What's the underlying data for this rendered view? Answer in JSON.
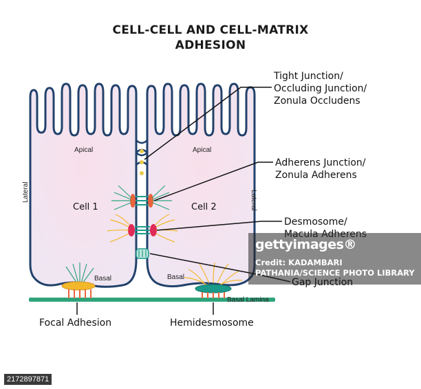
{
  "title_line1": "CELL-CELL AND CELL-MATRIX",
  "title_line2": "ADHESION",
  "callouts": {
    "tight": [
      "Tight Junction/",
      "Occluding Junction/",
      "Zonula Occludens"
    ],
    "adherens": [
      "Adherens Junction/",
      "Zonula Adherens"
    ],
    "desmosome": [
      "Desmosome/",
      "Macula Adherens"
    ],
    "gap": "Gap Junction",
    "focal": "Focal Adhesion",
    "hemi": "Hemidesmosome"
  },
  "cell_labels": {
    "cell1": "Cell 1",
    "cell2": "Cell 2"
  },
  "region_labels": {
    "apical_left": "Apical",
    "apical_right": "Apical",
    "basal_left": "Basal",
    "basal_right": "Basal",
    "lateral_left": "Lateral",
    "lateral_right": "Lateral",
    "basal_lamina": "Basal Lamina"
  },
  "watermark": {
    "logo": "gettyimages®",
    "credit_line1": "Credit: KADAMBARI",
    "credit_line2": "PATHANIA/SCIENCE PHOTO LIBRARY"
  },
  "image_id": "2172897871",
  "colors": {
    "cell_fill": "#f5e4ee",
    "membrane": "#21416b",
    "basal_lamina": "#2fa37a",
    "adherens": "#e8643a",
    "desmosome": "#e02a57",
    "focal": "#f2b82a",
    "hemi": "#1a9a8a",
    "tight": "#e9c94a"
  }
}
